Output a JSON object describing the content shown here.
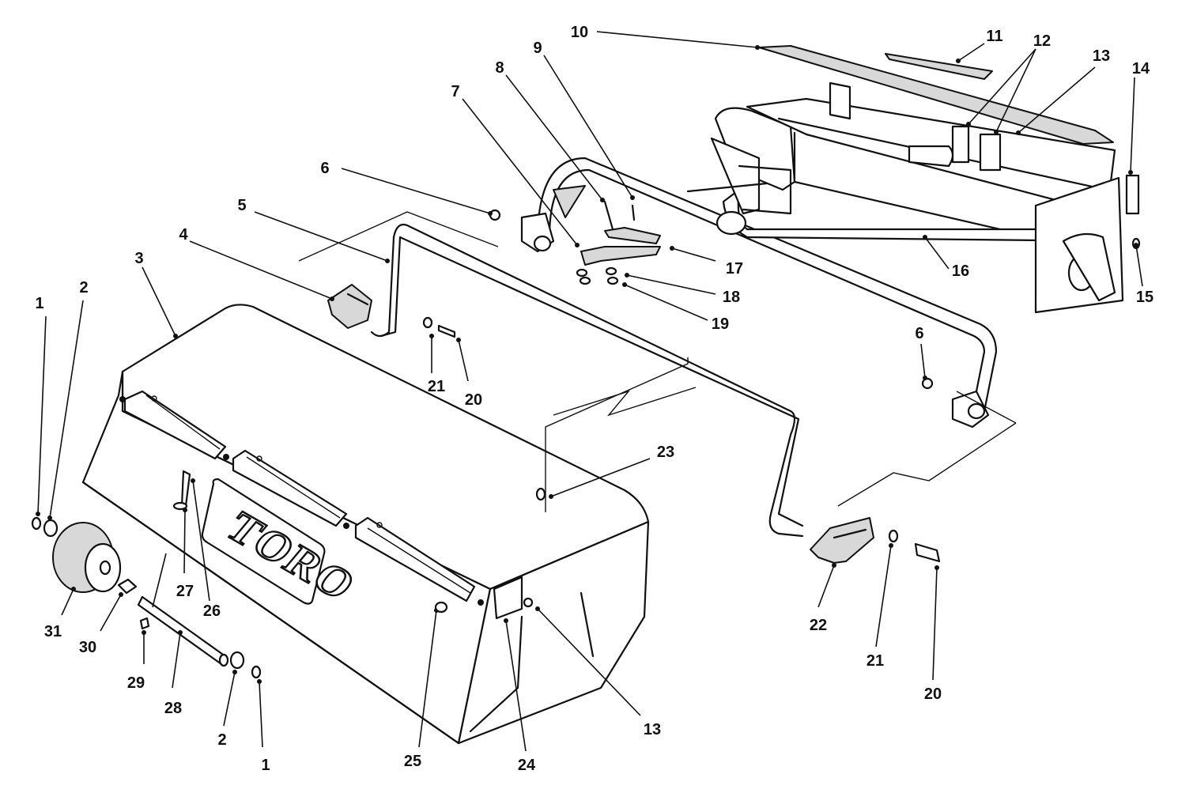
{
  "figure": {
    "type": "exploded parts diagram",
    "brand_logo_text": "TORO"
  },
  "callouts": [
    {
      "number": "1"
    },
    {
      "number": "2"
    },
    {
      "number": "3"
    },
    {
      "number": "4"
    },
    {
      "number": "5"
    },
    {
      "number": "6"
    },
    {
      "number": "7"
    },
    {
      "number": "8"
    },
    {
      "number": "9"
    },
    {
      "number": "10"
    },
    {
      "number": "11"
    },
    {
      "number": "12"
    },
    {
      "number": "13"
    },
    {
      "number": "14"
    },
    {
      "number": "15"
    },
    {
      "number": "6"
    },
    {
      "number": "16"
    },
    {
      "number": "17"
    },
    {
      "number": "18"
    },
    {
      "number": "19"
    },
    {
      "number": "21"
    },
    {
      "number": "20"
    },
    {
      "number": "23"
    },
    {
      "number": "22"
    },
    {
      "number": "21"
    },
    {
      "number": "20"
    },
    {
      "number": "2"
    },
    {
      "number": "1"
    },
    {
      "number": "31"
    },
    {
      "number": "30"
    },
    {
      "number": "27"
    },
    {
      "number": "26"
    },
    {
      "number": "29"
    },
    {
      "number": "28"
    },
    {
      "number": "25"
    },
    {
      "number": "24"
    },
    {
      "number": "13"
    }
  ]
}
